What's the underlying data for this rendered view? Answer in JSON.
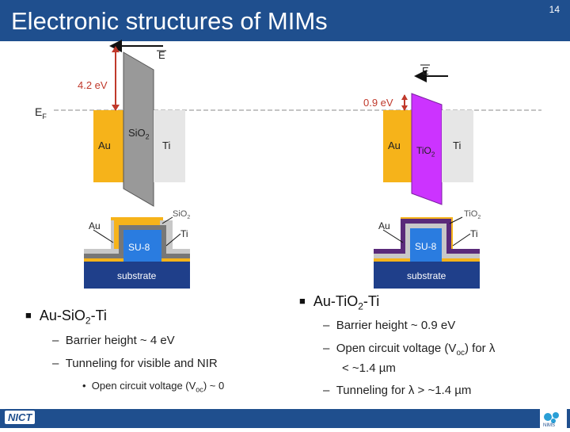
{
  "slide": {
    "title": "Electronic structures of MIMs",
    "page_number": "14"
  },
  "left_band": {
    "field_label": "E",
    "barrier_label": "4.2 eV",
    "fermi_label": "E",
    "fermi_sub": "F",
    "metal1": "Au",
    "insulator": "SiO",
    "insulator_sub": "2",
    "metal2": "Ti",
    "insulator_color": "#999999"
  },
  "right_band": {
    "field_label": "E",
    "barrier_label": "0.9 eV",
    "metal1": "Au",
    "insulator": "TiO",
    "insulator_sub": "2",
    "metal2": "Ti",
    "insulator_color": "#cc33ff"
  },
  "left_device": {
    "layer_top": "SiO",
    "layer_top_sub": "2",
    "au": "Au",
    "ti": "Ti",
    "core": "SU-8",
    "base": "substrate"
  },
  "right_device": {
    "layer_top": "TiO",
    "layer_top_sub": "2",
    "au": "Au",
    "ti": "Ti",
    "core": "SU-8",
    "base": "substrate"
  },
  "left_bullets": {
    "heading_pre": "Au-SiO",
    "heading_sub": "2",
    "heading_post": "-Ti",
    "items": [
      "Barrier height ~ 4 eV",
      "Tunneling for visible and NIR"
    ],
    "subitem_pre": "Open circuit voltage (V",
    "subitem_sub": "oc",
    "subitem_post": ") ~ 0"
  },
  "right_bullets": {
    "heading_pre": "Au-TiO",
    "heading_sub": "2",
    "heading_post": "-Ti",
    "item1": "Barrier height ~ 0.9 eV",
    "item2_pre": "Open circuit voltage (V",
    "item2_sub": "oc",
    "item2_post": ") for λ",
    "item2_line2": "< ~1.4 µm",
    "item3": "Tunneling for λ > ~1.4 µm"
  },
  "footer": {
    "left_logo": "NICT",
    "right_logo": "NIMS"
  }
}
